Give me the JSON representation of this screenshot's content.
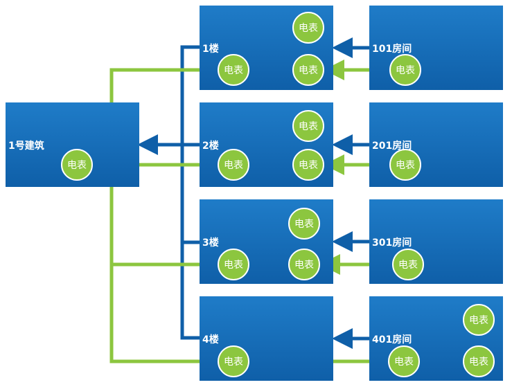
{
  "building": {
    "label": "1号建筑"
  },
  "floors": [
    {
      "label": "1楼"
    },
    {
      "label": "2楼"
    },
    {
      "label": "3楼"
    },
    {
      "label": "4楼"
    }
  ],
  "rooms": [
    {
      "label": "101房间"
    },
    {
      "label": "201房间"
    },
    {
      "label": "301房间"
    },
    {
      "label": "401房间"
    }
  ],
  "meter_label": "电表",
  "colors": {
    "box": "#1566b0",
    "power_line": "#8cc63f",
    "link_line": "#0f5fa8"
  }
}
